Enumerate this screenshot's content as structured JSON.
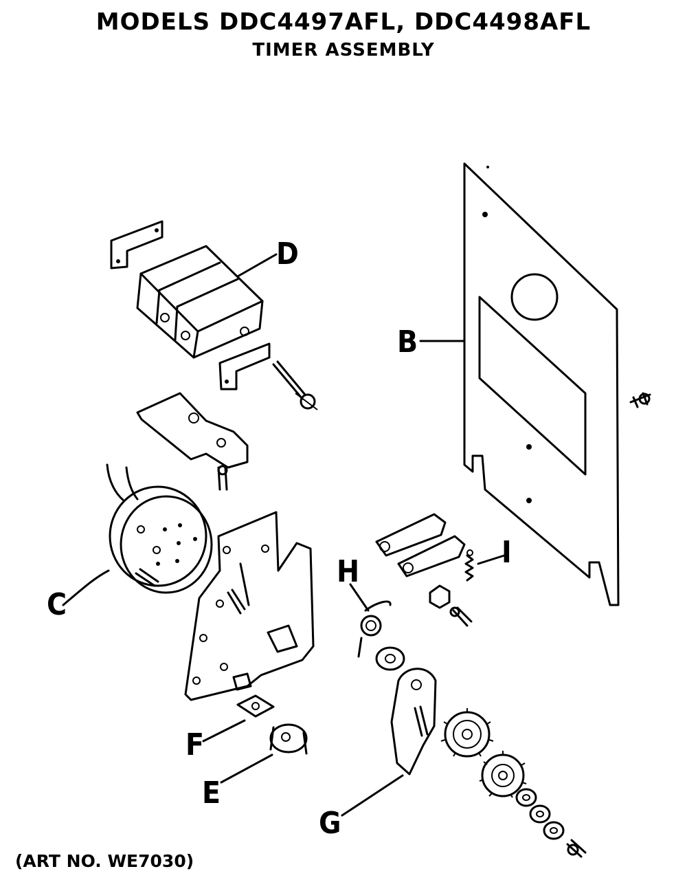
{
  "header": {
    "title": "MODELS DDC4497AFL, DDC4498AFL",
    "subtitle": "TIMER ASSEMBLY"
  },
  "footer": {
    "art_no": "(ART NO. WE7030)"
  },
  "callouts": {
    "b": "B",
    "c": "C",
    "d": "D",
    "e": "E",
    "f": "F",
    "g": "G",
    "h": "H",
    "i": "I"
  }
}
